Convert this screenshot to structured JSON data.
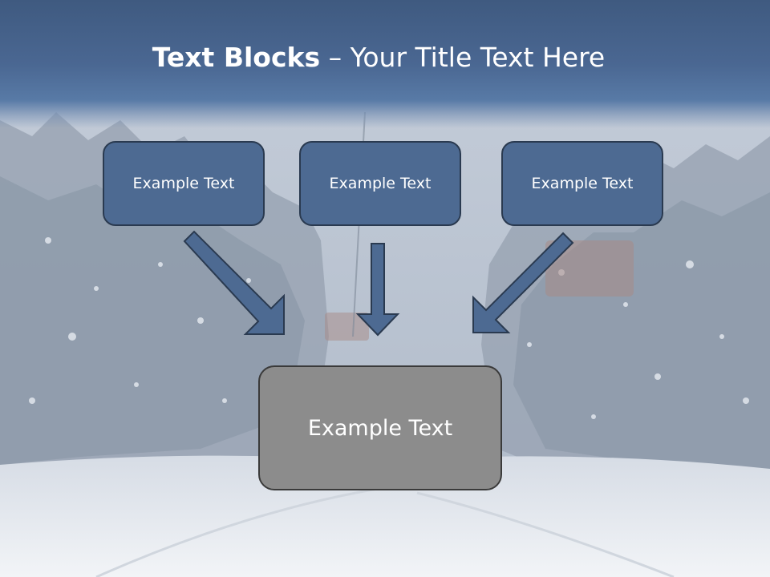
{
  "title": {
    "bold": "Text Blocks",
    "rest": " – Your Title Text Here"
  },
  "blocks": {
    "left": "Example Text",
    "middle": "Example Text",
    "right": "Example Text",
    "center": "Example Text"
  },
  "colors": {
    "title_band": "#4a6792",
    "block_fill": "#4d6a92",
    "block_border": "#2a3a50",
    "center_fill": "#8c8c8c",
    "center_border": "#3a3a3a",
    "arrow_fill": "#4d6a92"
  }
}
